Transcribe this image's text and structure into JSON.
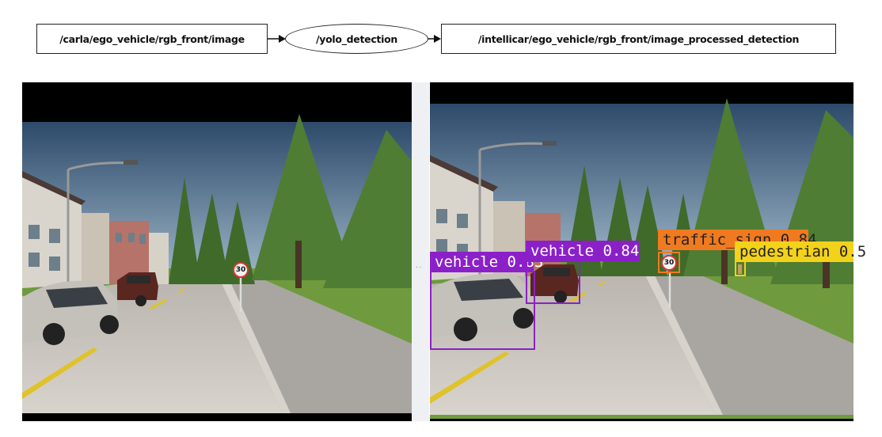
{
  "graph": {
    "input_topic": "/carla/ego_vehicle/rgb_front/image",
    "node": "/yolo_detection",
    "output_topic": "/intellicar/ego_vehicle/rgb_front/image_processed_detection"
  },
  "scene": {
    "speed_sign": "30"
  },
  "detections": [
    {
      "label": "vehicle 0.83",
      "class": "vehicle",
      "score": 0.83,
      "color": "#8b20c8",
      "text_color": "#ffffff"
    },
    {
      "label": "vehicle 0.84",
      "class": "vehicle",
      "score": 0.84,
      "color": "#8b20c8",
      "text_color": "#ffffff"
    },
    {
      "label": "traffic_sign 0.84",
      "class": "traffic_sign",
      "score": 0.84,
      "color": "#f07a20",
      "text_color": "#222222"
    },
    {
      "label": "pedestrian 0.5",
      "class": "pedestrian",
      "score": 0.5,
      "color": "#f3d21a",
      "text_color": "#222222"
    }
  ]
}
